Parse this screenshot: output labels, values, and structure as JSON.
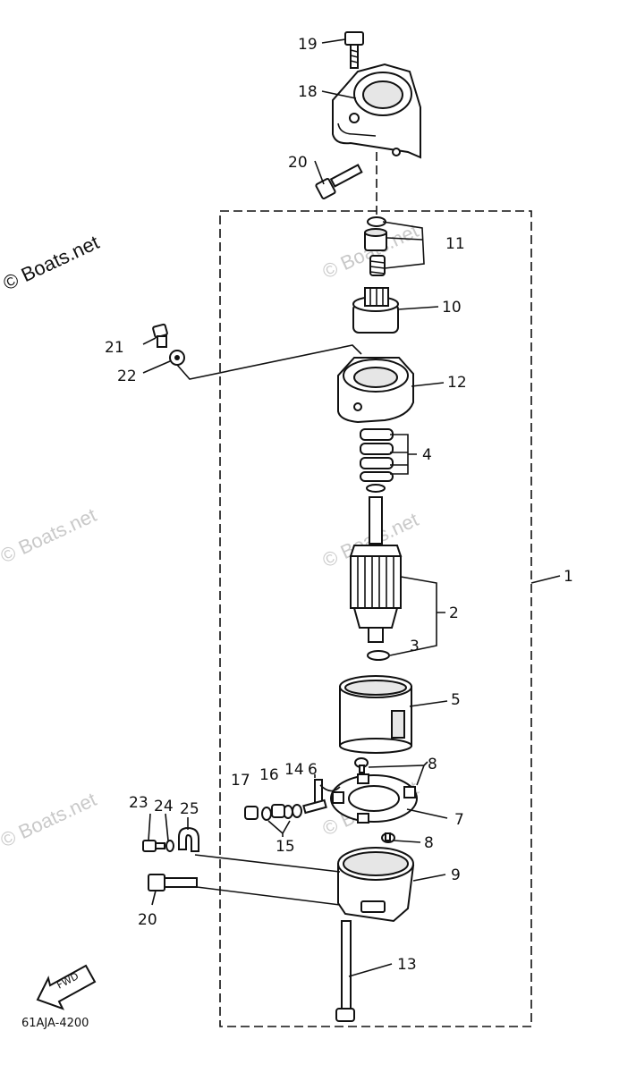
{
  "watermark": {
    "main": "© Boats.net",
    "faint": "© Boats.net"
  },
  "diagram_code": "61AJA-4200",
  "fwd_label": "FWD",
  "callouts": {
    "c1": "1",
    "c2": "2",
    "c3": "3",
    "c4": "4",
    "c5": "5",
    "c6": "6",
    "c7": "7",
    "c8a": "8",
    "c8b": "8",
    "c9": "9",
    "c10": "10",
    "c11": "11",
    "c12": "12",
    "c13": "13",
    "c14": "14",
    "c15": "15",
    "c16": "16",
    "c17": "17",
    "c18": "18",
    "c19": "19",
    "c20a": "20",
    "c20b": "20",
    "c21": "21",
    "c22": "22",
    "c23": "23",
    "c24": "24",
    "c25": "25"
  }
}
